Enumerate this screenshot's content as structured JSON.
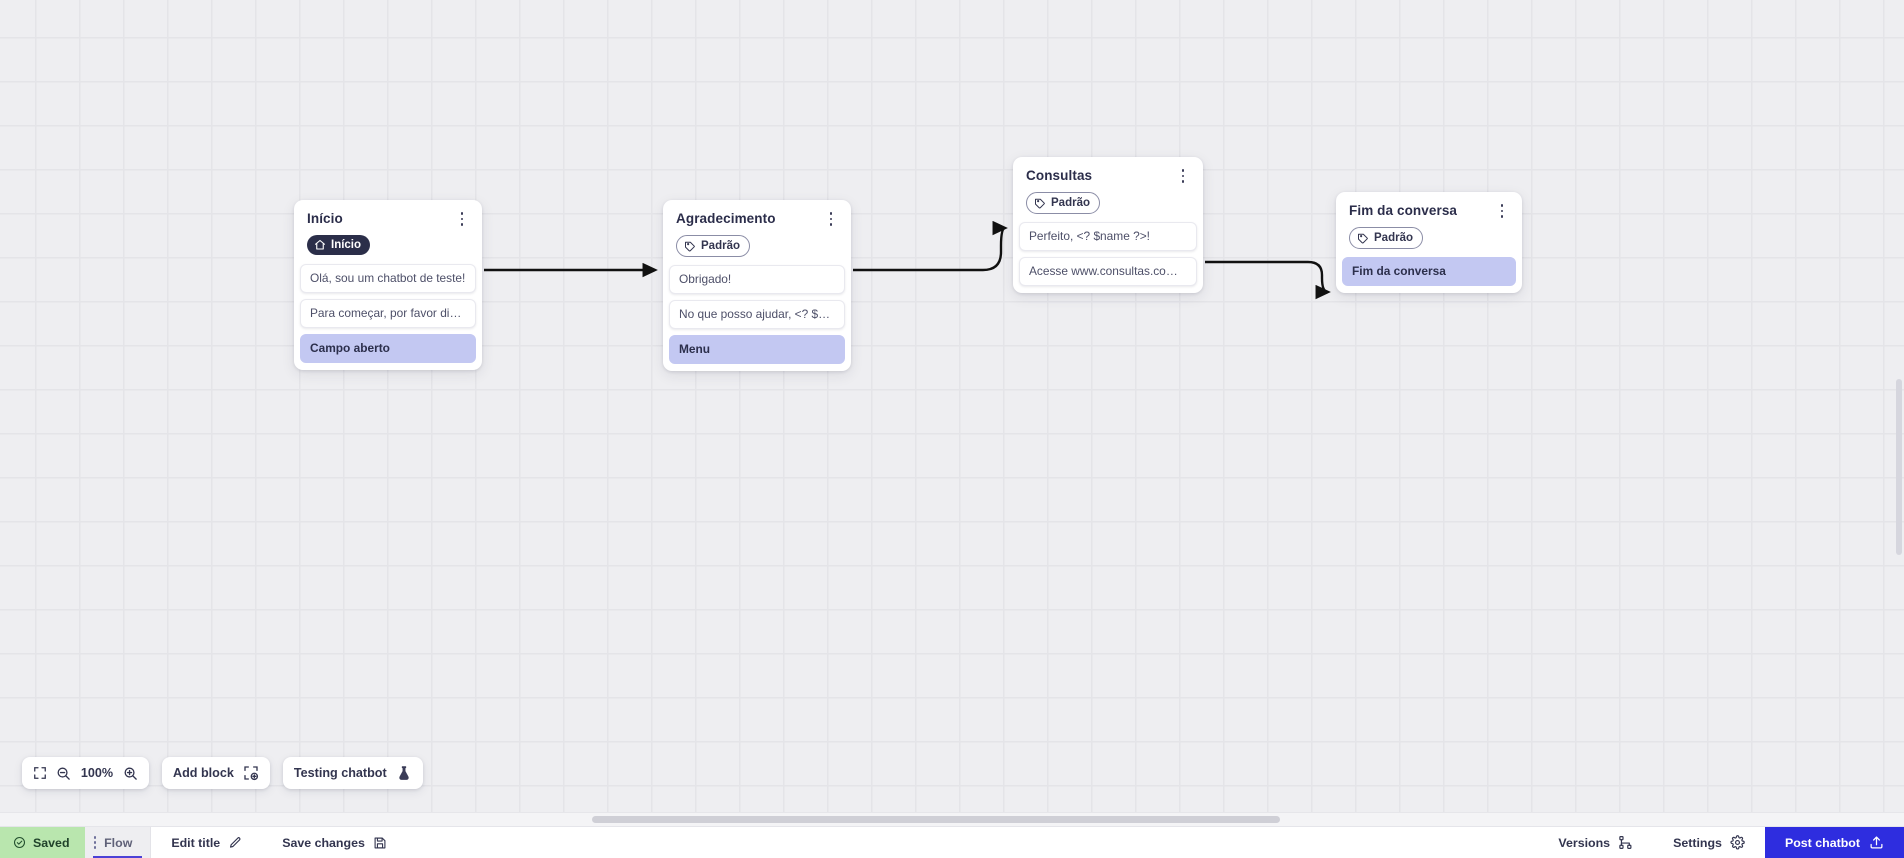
{
  "canvas": {
    "zoom_level": "100%",
    "nodes": [
      {
        "id": "inicio",
        "title": "Início",
        "badge": {
          "label": "Início",
          "icon": "home-icon",
          "style": "dark"
        },
        "rows": [
          {
            "text": "Olá, sou um chatbot de teste!",
            "accent": false
          },
          {
            "text": "Para começar, por favor digite o ...",
            "accent": false
          },
          {
            "text": "Campo aberto",
            "accent": true
          }
        ]
      },
      {
        "id": "agradecimento",
        "title": "Agradecimento",
        "badge": {
          "label": "Padrão",
          "icon": "tag-icon",
          "style": "outline"
        },
        "rows": [
          {
            "text": "Obrigado!",
            "accent": false
          },
          {
            "text": "No que posso ajudar, <? $name ...",
            "accent": false
          },
          {
            "text": "Menu",
            "accent": true
          }
        ]
      },
      {
        "id": "consultas",
        "title": "Consultas",
        "badge": {
          "label": "Padrão",
          "icon": "tag-icon",
          "style": "outline"
        },
        "rows": [
          {
            "text": "Perfeito, <? $name ?>!",
            "accent": false
          },
          {
            "text": "Acesse www.consultas.com par...",
            "accent": false
          }
        ]
      },
      {
        "id": "fim",
        "title": "Fim da conversa",
        "badge": {
          "label": "Padrão",
          "icon": "tag-icon",
          "style": "outline"
        },
        "rows": [
          {
            "text": "Fim da conversa",
            "accent": true
          }
        ]
      }
    ]
  },
  "toolbar": {
    "fit_icon": "fit-screen-icon",
    "zoom_out_icon": "zoom-out-icon",
    "zoom_in_icon": "zoom-in-icon",
    "zoom_value": "100%",
    "add_block_label": "Add block",
    "add_block_icon": "add-block-icon",
    "testing_label": "Testing chatbot",
    "testing_icon": "flask-icon"
  },
  "bottombar": {
    "saved_label": "Saved",
    "saved_icon": "check-circle-icon",
    "tab_label": "Flow",
    "tab_grip_icon": "drag-handle-icon",
    "edit_title_label": "Edit title",
    "edit_title_icon": "pencil-icon",
    "save_changes_label": "Save changes",
    "save_changes_icon": "floppy-disk-icon",
    "versions_label": "Versions",
    "versions_icon": "branch-icon",
    "settings_label": "Settings",
    "settings_icon": "gear-icon",
    "post_label": "Post chatbot",
    "post_icon": "upload-icon"
  },
  "colors": {
    "accent_blue": "#2e2ddf",
    "saved_green": "#b9e6ae",
    "row_accent": "#c3c8f2",
    "badge_dark": "#2b2e49",
    "canvas_bg": "#eeeef1"
  }
}
